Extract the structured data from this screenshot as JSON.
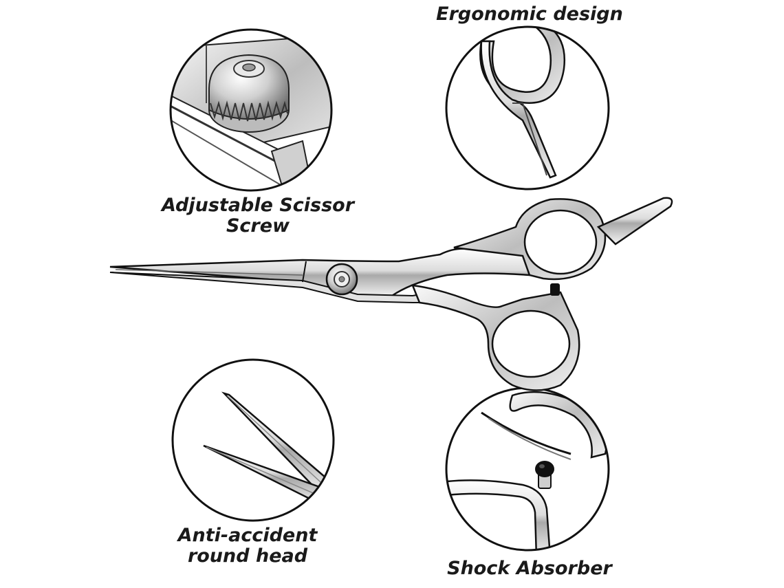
{
  "features": {
    "ergonomic": {
      "label": "Ergonomic design"
    },
    "screw": {
      "line1": "Adjustable Scissor",
      "line2": "Screw"
    },
    "anti_accident": {
      "line1": "Anti-accident",
      "line2": "round head"
    },
    "shock": {
      "label": "Shock Absorber"
    }
  },
  "colors": {
    "outline": "#111111",
    "steel_light": "#f2f2f2",
    "steel_mid": "#c8c8c8",
    "steel_dark": "#7a7a7a",
    "absorber": "#111111"
  }
}
